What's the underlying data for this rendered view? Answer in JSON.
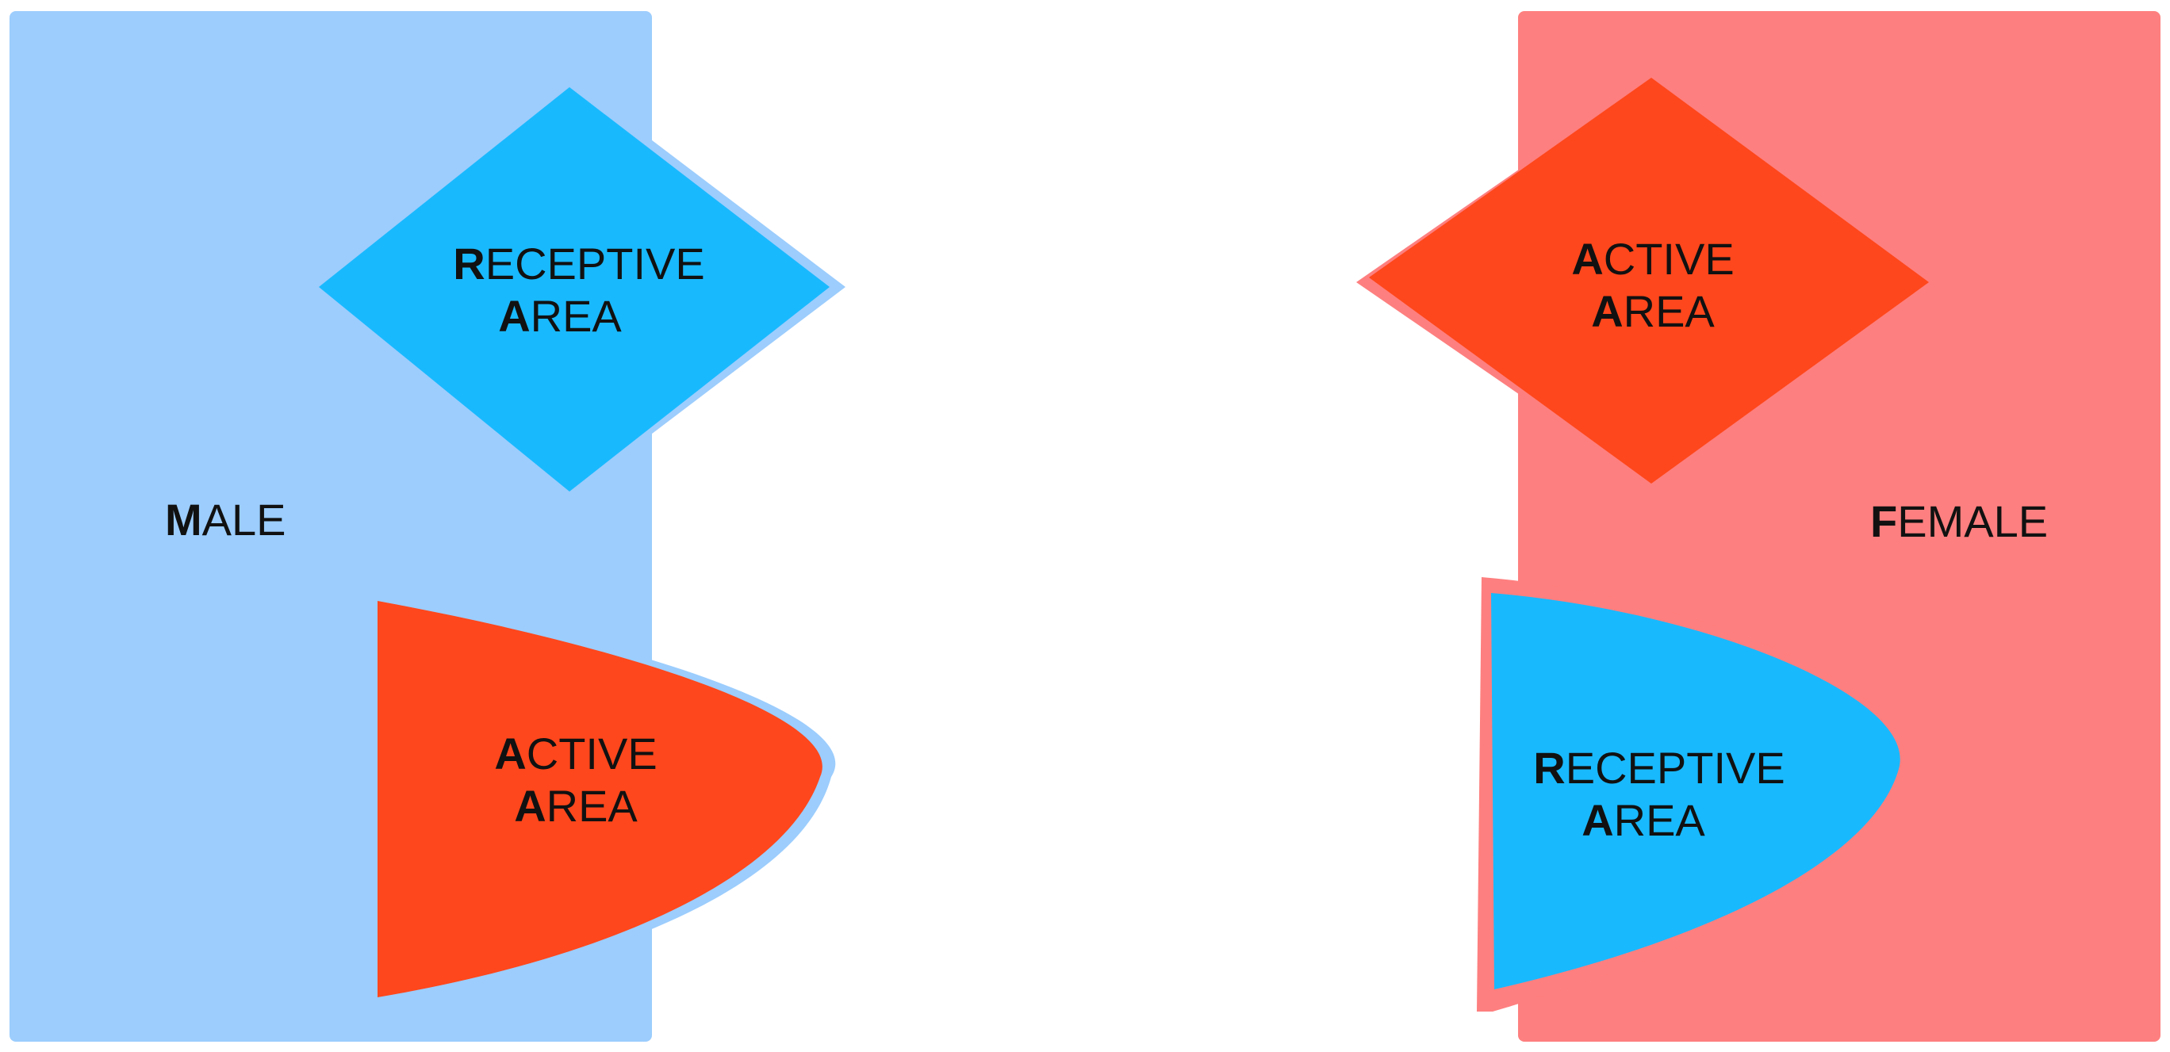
{
  "colors": {
    "male_panel": "#9ccdfd",
    "female_panel": "#fe7f7f",
    "receptive": "#19b9fe",
    "active": "#fe471c",
    "male_halo": "#9ccdfd",
    "female_halo": "#fe7f7f"
  },
  "male": {
    "name": {
      "initial": "M",
      "rest": "ALE"
    },
    "receptive": {
      "line1": {
        "initial": "R",
        "rest": "ECEPTIVE"
      },
      "line2": {
        "initial": "A",
        "rest": "REA"
      }
    },
    "active": {
      "line1": {
        "initial": "A",
        "rest": "CTIVE"
      },
      "line2": {
        "initial": "A",
        "rest": "REA"
      }
    }
  },
  "female": {
    "name": {
      "initial": "F",
      "rest": "EMALE"
    },
    "active": {
      "line1": {
        "initial": "A",
        "rest": "CTIVE"
      },
      "line2": {
        "initial": "A",
        "rest": "REA"
      }
    },
    "receptive": {
      "line1": {
        "initial": "R",
        "rest": "ECEPTIVE"
      },
      "line2": {
        "initial": "A",
        "rest": "REA"
      }
    }
  }
}
